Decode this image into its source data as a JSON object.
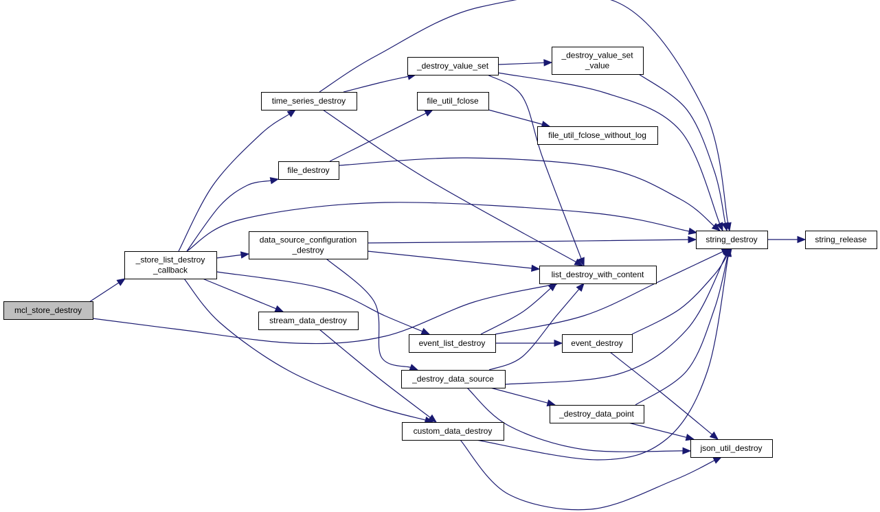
{
  "graph": {
    "edge_color": "#191970",
    "root_fill": "#bfbfbf",
    "nodes": [
      {
        "id": "mcl_store_destroy",
        "lines": [
          "mcl_store_destroy"
        ],
        "root": true
      },
      {
        "id": "_store_list_destroy_callback",
        "lines": [
          "_store_list_destroy",
          "_callback"
        ]
      },
      {
        "id": "time_series_destroy",
        "lines": [
          "time_series_destroy"
        ]
      },
      {
        "id": "file_destroy",
        "lines": [
          "file_destroy"
        ]
      },
      {
        "id": "data_source_configuration_destroy",
        "lines": [
          "data_source_configuration",
          "_destroy"
        ]
      },
      {
        "id": "stream_data_destroy",
        "lines": [
          "stream_data_destroy"
        ]
      },
      {
        "id": "_destroy_value_set",
        "lines": [
          "_destroy_value_set"
        ]
      },
      {
        "id": "file_util_fclose",
        "lines": [
          "file_util_fclose"
        ]
      },
      {
        "id": "_destroy_value_set_value",
        "lines": [
          "_destroy_value_set",
          "_value"
        ]
      },
      {
        "id": "file_util_fclose_without_log",
        "lines": [
          "file_util_fclose_without_log"
        ]
      },
      {
        "id": "string_destroy",
        "lines": [
          "string_destroy"
        ]
      },
      {
        "id": "string_release",
        "lines": [
          "string_release"
        ]
      },
      {
        "id": "list_destroy_with_content",
        "lines": [
          "list_destroy_with_content"
        ]
      },
      {
        "id": "event_list_destroy",
        "lines": [
          "event_list_destroy"
        ]
      },
      {
        "id": "event_destroy",
        "lines": [
          "event_destroy"
        ]
      },
      {
        "id": "_destroy_data_source",
        "lines": [
          "_destroy_data_source"
        ]
      },
      {
        "id": "_destroy_data_point",
        "lines": [
          "_destroy_data_point"
        ]
      },
      {
        "id": "custom_data_destroy",
        "lines": [
          "custom_data_destroy"
        ]
      },
      {
        "id": "json_util_destroy",
        "lines": [
          "json_util_destroy"
        ]
      }
    ],
    "edges": [
      [
        "mcl_store_destroy",
        "_store_list_destroy_callback"
      ],
      [
        "mcl_store_destroy",
        "list_destroy_with_content"
      ],
      [
        "_store_list_destroy_callback",
        "time_series_destroy"
      ],
      [
        "_store_list_destroy_callback",
        "file_destroy"
      ],
      [
        "_store_list_destroy_callback",
        "data_source_configuration_destroy"
      ],
      [
        "_store_list_destroy_callback",
        "string_destroy"
      ],
      [
        "_store_list_destroy_callback",
        "stream_data_destroy"
      ],
      [
        "_store_list_destroy_callback",
        "event_list_destroy"
      ],
      [
        "_store_list_destroy_callback",
        "custom_data_destroy"
      ],
      [
        "time_series_destroy",
        "_destroy_value_set"
      ],
      [
        "time_series_destroy",
        "string_destroy"
      ],
      [
        "time_series_destroy",
        "list_destroy_with_content"
      ],
      [
        "_destroy_value_set",
        "_destroy_value_set_value"
      ],
      [
        "_destroy_value_set",
        "string_destroy"
      ],
      [
        "_destroy_value_set",
        "list_destroy_with_content"
      ],
      [
        "_destroy_value_set_value",
        "string_destroy"
      ],
      [
        "file_destroy",
        "file_util_fclose"
      ],
      [
        "file_destroy",
        "string_destroy"
      ],
      [
        "file_util_fclose",
        "file_util_fclose_without_log"
      ],
      [
        "data_source_configuration_destroy",
        "string_destroy"
      ],
      [
        "data_source_configuration_destroy",
        "list_destroy_with_content"
      ],
      [
        "data_source_configuration_destroy",
        "_destroy_data_source"
      ],
      [
        "string_destroy",
        "string_release"
      ],
      [
        "stream_data_destroy",
        "custom_data_destroy"
      ],
      [
        "event_list_destroy",
        "list_destroy_with_content"
      ],
      [
        "event_list_destroy",
        "string_destroy"
      ],
      [
        "event_list_destroy",
        "event_destroy"
      ],
      [
        "event_destroy",
        "string_destroy"
      ],
      [
        "event_destroy",
        "json_util_destroy"
      ],
      [
        "_destroy_data_source",
        "list_destroy_with_content"
      ],
      [
        "_destroy_data_source",
        "string_destroy"
      ],
      [
        "_destroy_data_source",
        "_destroy_data_point"
      ],
      [
        "_destroy_data_source",
        "json_util_destroy"
      ],
      [
        "_destroy_data_point",
        "string_destroy"
      ],
      [
        "_destroy_data_point",
        "json_util_destroy"
      ],
      [
        "custom_data_destroy",
        "string_destroy"
      ],
      [
        "custom_data_destroy",
        "json_util_destroy"
      ]
    ]
  }
}
